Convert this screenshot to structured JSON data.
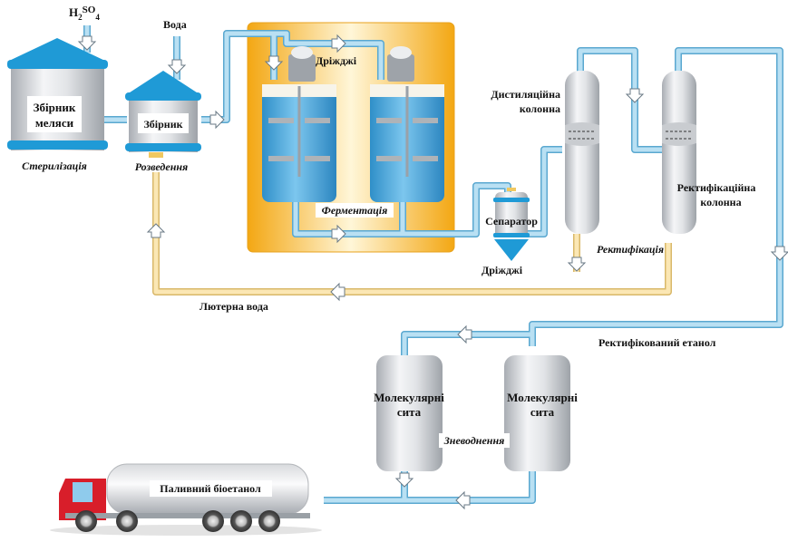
{
  "title": "Виробництво паливного біоетанолу з меляси",
  "colors": {
    "pipe_blue": "#8cc8e6",
    "pipe_blue_edge": "#5aa8d0",
    "pipe_yellow": "#f6dc9a",
    "tank_blue": "#1f9ad6",
    "liquid_blue": "#4aa9dc",
    "fermentation_bg": "#f5b52c",
    "truck_cab": "#d81e2a"
  },
  "inputs": {
    "acid": {
      "main": "H",
      "sub1": "2",
      "mid": "SO",
      "sub2": "4"
    },
    "water": "Вода"
  },
  "equipment": {
    "molasses_tank": {
      "line1": "Збірник",
      "line2": "меляси",
      "stage": "Стерилізація"
    },
    "dilution_tank": {
      "label": "Збірник",
      "stage": "Розведення"
    },
    "fermentation": {
      "yeast": "Дріжджі",
      "stage": "Ферментація"
    },
    "separator": {
      "label": "Сепаратор",
      "output": "Дріжджі"
    },
    "distillation": {
      "line1": "Дистиляційна",
      "line2": "колонна",
      "stage": "Ректифікація"
    },
    "rectification": {
      "line1": "Ректифікаційна",
      "line2": "колонна"
    },
    "sieve_1": {
      "line1": "Молекулярні",
      "line2": "сита"
    },
    "sieve_2": {
      "line1": "Молекулярні",
      "line2": "сита"
    },
    "dehydration": {
      "stage": "Зневоднення"
    },
    "truck": {
      "label": "Паливний біоетанол"
    }
  },
  "streams": {
    "stillage_water": "Лютерна вода",
    "rectified_ethanol": "Ректифікований етанол"
  }
}
